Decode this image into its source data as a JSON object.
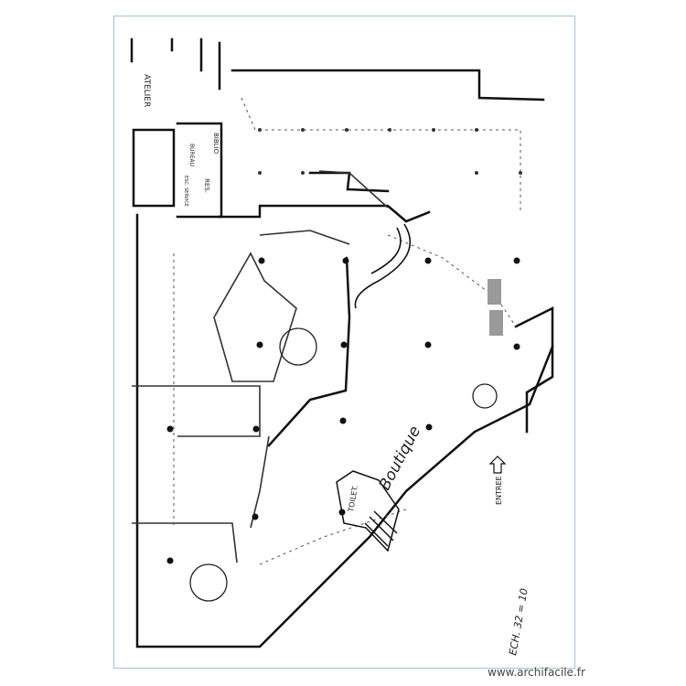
{
  "page": {
    "watermark": "www.archifacile.fr"
  },
  "plan": {
    "labels": {
      "atelier": "ATELIER",
      "bibliotheque": "BIBLIO",
      "bureau": "BUREAU",
      "reserve": "RES.",
      "stair_label": "ESC. SERVICE",
      "boutique": "Boutique",
      "toilet": "TOILET.",
      "entree": "ENTREE",
      "scale": "ECH. 32 = 10"
    }
  }
}
